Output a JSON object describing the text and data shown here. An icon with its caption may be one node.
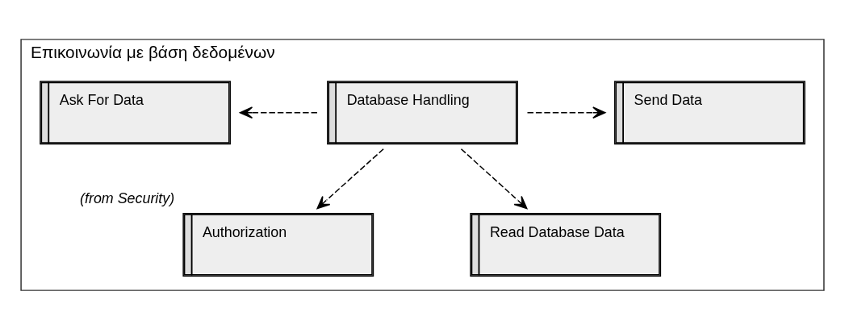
{
  "diagram": {
    "nodes": [
      {
        "text": [
          "Επικοινωνία με βάση δεδομένων"
        ]
      },
      {
        "text": [
          "Ask For Data"
        ],
        "in": 0
      },
      {
        "text": [
          "Database Handling"
        ],
        "in": 0
      },
      {
        "text": [
          "Send Data"
        ],
        "in": 0
      },
      {
        "text": [
          "Authorization"
        ],
        "in": 0,
        "beside": [
          "(from Security)"
        ]
      },
      {
        "text": [
          "Read Database Data"
        ],
        "in": 0
      }
    ],
    "edges": [
      {
        "from": 2,
        "to": 1,
        "arrow": "to",
        "style": "dashed"
      },
      {
        "from": 2,
        "to": 3,
        "arrow": "to",
        "style": "dashed"
      },
      {
        "from": 2,
        "to": 4,
        "arrow": "to",
        "style": "dashed"
      },
      {
        "from": 2,
        "to": 5,
        "arrow": "to",
        "style": "dashed"
      }
    ]
  }
}
